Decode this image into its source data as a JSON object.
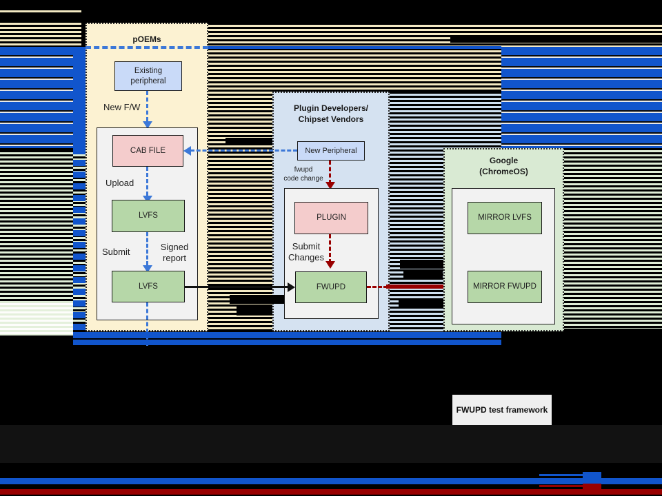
{
  "diagram": {
    "poems": {
      "title": "pOEMs",
      "existing_peripheral": "Existing peripheral",
      "new_fw_label": "New F/W",
      "cab_file": "CAB FILE",
      "upload_label": "Upload",
      "lvfs_top": "LVFS",
      "submit_label": "Submit",
      "signed_report_label": "Signed report",
      "lvfs_bottom": "LVFS"
    },
    "plugin_devs": {
      "title_line1": "Plugin Developers/",
      "title_line2": "Chipset Vendors",
      "new_peripheral": "New Peripheral",
      "code_change_line1": "fwupd",
      "code_change_line2": "code change",
      "plugin": "PLUGIN",
      "submit_changes_line1": "Submit",
      "submit_changes_line2": "Changes",
      "fwupd": "FWUPD"
    },
    "google": {
      "title_line1": "Google",
      "title_line2": "(ChromeOS)",
      "mirror_lvfs": "MIRROR LVFS",
      "mirror_fwupd": "MIRROR FWUPD"
    },
    "test_framework_label": "FWUPD test framework"
  },
  "colors": {
    "background": "#000000",
    "poems_fill": "#fcf2d2",
    "plugin_fill": "#d5e2f1",
    "google_fill": "#d9ead3",
    "node_blue": "#c9daf8",
    "node_pink": "#f4cccc",
    "node_green": "#b6d7a8",
    "gray_panel": "#f2f2f2",
    "accent_blue": "#1155cc",
    "dash_blue": "#3c78d8",
    "dark_red": "#990000",
    "test_box_fill": "#efefef"
  }
}
